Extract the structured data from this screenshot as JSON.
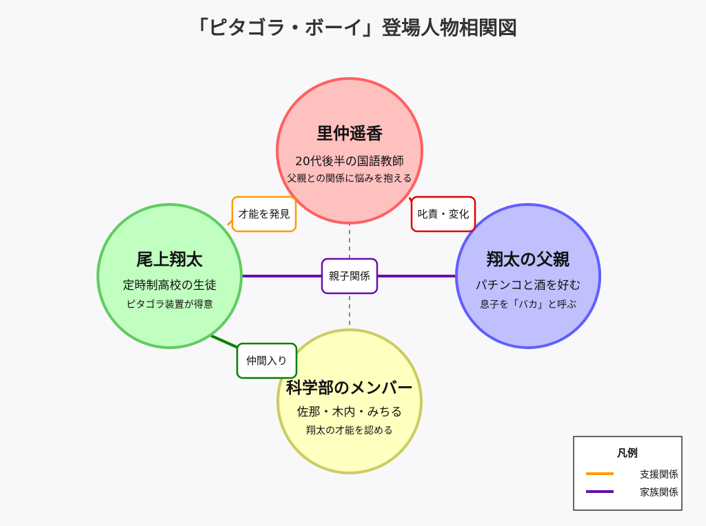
{
  "title": "「ピタゴラ・ボーイ」登場人物相関図",
  "colors": {
    "background": "#f8f8fa",
    "support": "#ff9900",
    "family": "#6a0dad",
    "encourage": "#008000",
    "scold": "#e00000",
    "hidden_link": "#888888"
  },
  "characters": {
    "satonaka": {
      "name": "里仲遥香",
      "line1": "20代後半の国語教師",
      "line2": "父親との関係に悩みを抱える",
      "fill": "#ffc0c0",
      "stroke": "#ff6060"
    },
    "ogami": {
      "name": "尾上翔太",
      "line1": "定時制高校の生徒",
      "line2": "ピタゴラ装置が得意",
      "fill": "#c0ffc0",
      "stroke": "#60cc60"
    },
    "father": {
      "name": "翔太の父親",
      "line1": "パチンコと酒を好む",
      "line2": "息子を「バカ」と呼ぶ",
      "fill": "#c0c0ff",
      "stroke": "#6060ff"
    },
    "science": {
      "name": "科学部のメンバー",
      "line1": "佐那・木内・みちる",
      "line2": "翔太の才能を認める",
      "fill": "#ffffc0",
      "stroke": "#cccc60"
    }
  },
  "relations": {
    "discover": "才能を発見",
    "scold": "叱責・変化",
    "parent": "親子関係",
    "join": "仲間入り"
  },
  "legend": {
    "title": "凡例",
    "items": [
      {
        "label": "支援関係",
        "color": "#ff9900"
      },
      {
        "label": "家族関係",
        "color": "#6a0dad"
      }
    ]
  }
}
